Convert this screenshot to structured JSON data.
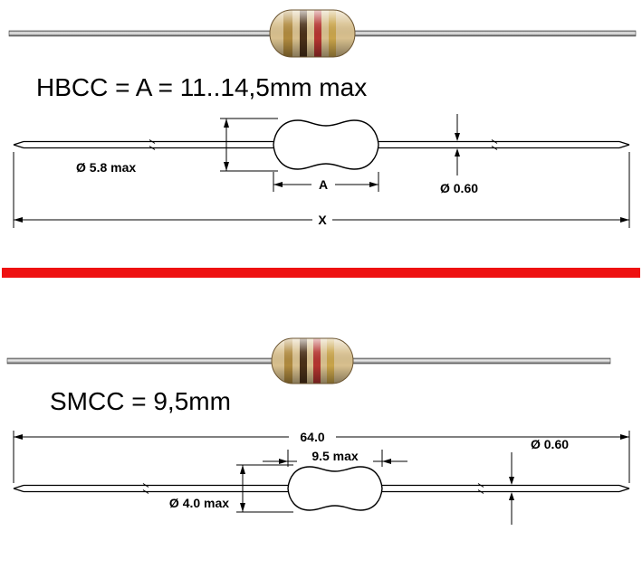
{
  "sections": [
    {
      "id": "HBCC",
      "title": "HBCC = A = 11..14,5mm max",
      "dimensions": {
        "body_diameter": "Ø 5.8 max",
        "body_length": "A",
        "lead_diameter": "Ø 0.60",
        "overall_length": "X"
      }
    },
    {
      "id": "SMCC",
      "title": "SMCC = 9,5mm",
      "dimensions": {
        "overall_length": "64.0",
        "body_length": "9.5 max",
        "lead_diameter": "Ø 0.60",
        "body_diameter": "Ø 4.0 max"
      }
    }
  ],
  "colors": {
    "divider": "#ee1111",
    "resistor_body": "#d8c08e",
    "band_1": "#b08a3e",
    "band_2": "#4a3018",
    "band_3": "#b43430",
    "band_4": "#c9a44a",
    "drawing_line": "#000000"
  }
}
